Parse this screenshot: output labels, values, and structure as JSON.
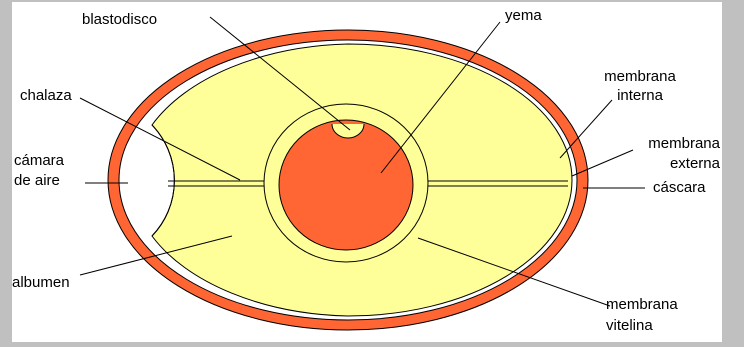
{
  "colors": {
    "background": "#c0c0c0",
    "canvas": "#ffffff",
    "shell": "#ff6633",
    "albumen": "#ffff99",
    "yolk": "#ff6633",
    "outline": "#000000"
  },
  "labels": {
    "blastodisco": "blastodisco",
    "yema": "yema",
    "chalaza": "chalaza",
    "camara_line1": "cámara",
    "camara_line2": "de aire",
    "albumen": "albumen",
    "membrana_interna_line1": "membrana",
    "membrana_interna_line2": "interna",
    "membrana_externa_line1": "membrana",
    "membrana_externa_line2": "externa",
    "cascara": "cáscara",
    "membrana_vitelina_line1": "membrana",
    "membrana_vitelina_line2": "vitelina"
  }
}
